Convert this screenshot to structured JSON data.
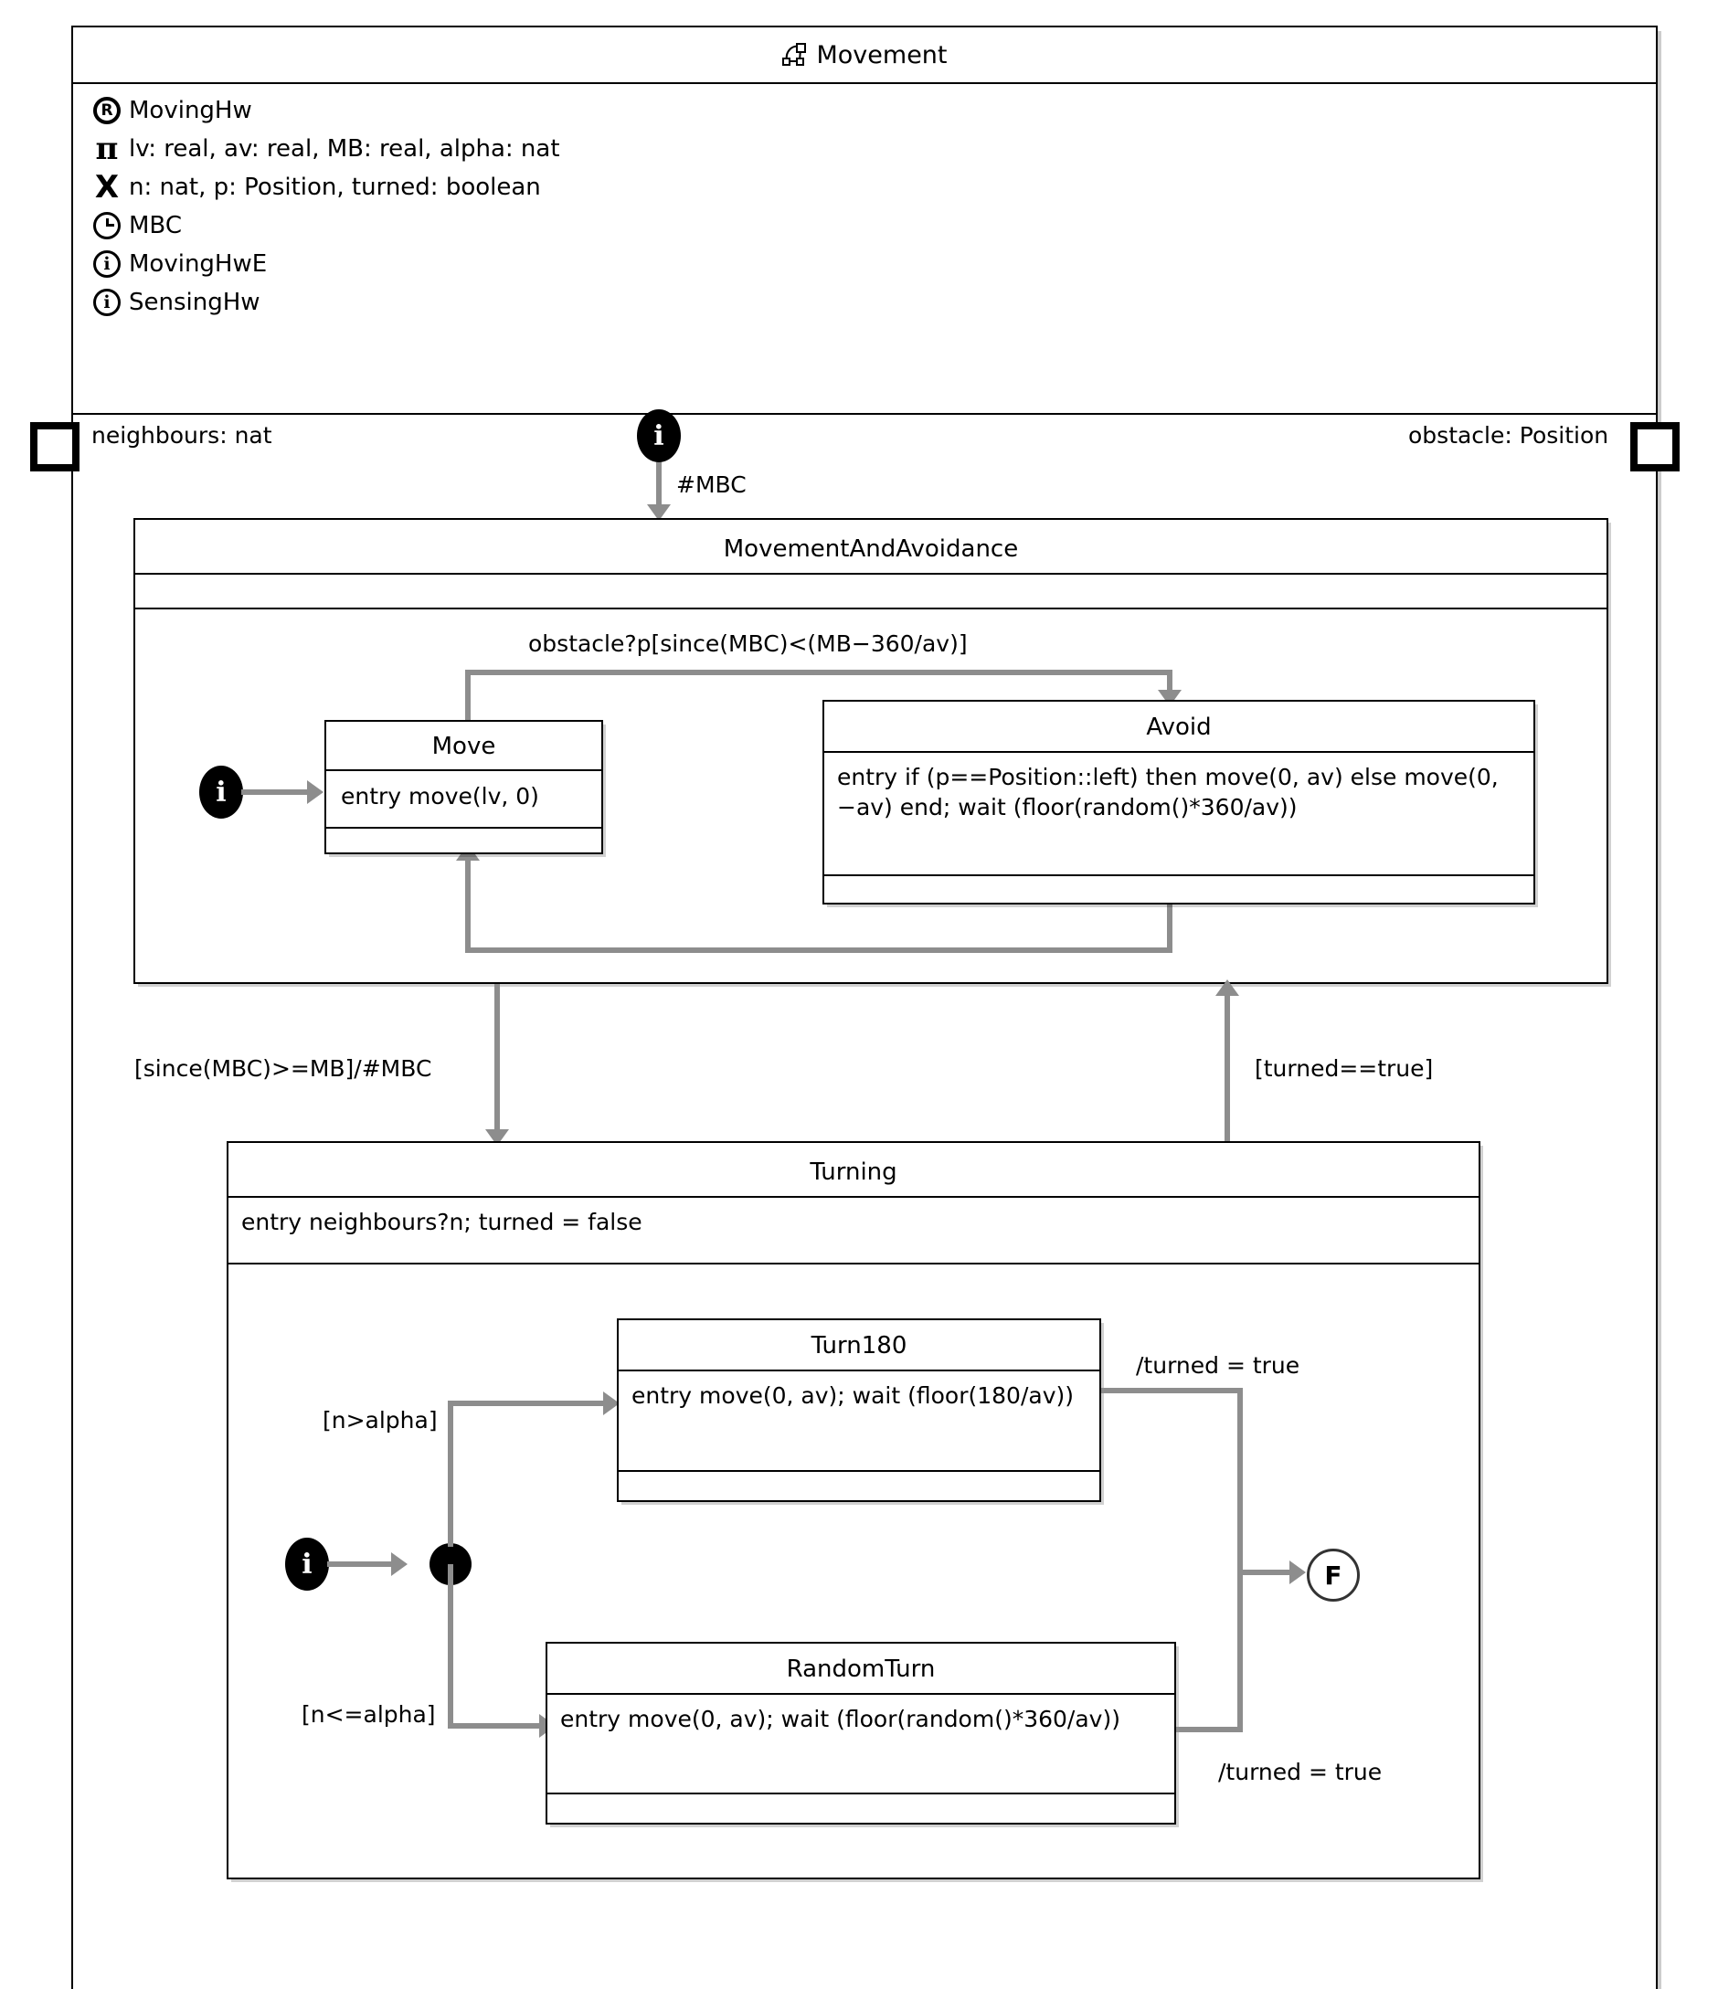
{
  "diagram": {
    "type": "uml-state-machine",
    "class_title": "Movement",
    "class_icon": "state-machine-icon",
    "features": [
      {
        "icon": "required-interface-icon",
        "glyph": "R",
        "label": "MovingHw"
      },
      {
        "icon": "constant-pi-icon",
        "glyph": "π",
        "label": "lv: real, av: real, MB: real, alpha: nat"
      },
      {
        "icon": "variable-x-icon",
        "glyph": "X",
        "label": "n: nat, p: Position, turned: boolean"
      },
      {
        "icon": "clock-icon",
        "glyph": "L",
        "label": "MBC"
      },
      {
        "icon": "initial-i-icon",
        "glyph": "i",
        "label": "MovingHwE"
      },
      {
        "icon": "initial-i-icon",
        "glyph": "i",
        "label": "SensingHw"
      }
    ],
    "ports": [
      {
        "name": "port-neighbours",
        "label": "neighbours: nat",
        "side": "left"
      },
      {
        "name": "port-obstacle",
        "label": "obstacle: Position",
        "side": "right"
      }
    ],
    "top_initial": {
      "glyph": "i",
      "label": "#MBC"
    },
    "states": {
      "movement_and_avoidance": {
        "name": "MovementAndAvoidance",
        "children": {
          "move": {
            "name": "Move",
            "body": "entry move(lv, 0)"
          },
          "avoid": {
            "name": "Avoid",
            "body": "entry if (p==Position::left) then move(0, av) else move(0, −av) end; wait (floor(random()*360/av))"
          }
        },
        "initial_glyph": "i",
        "internal_transition": "obstacle?p[since(MBC)<(MB−360/av)]"
      },
      "turning": {
        "name": "Turning",
        "body": "entry neighbours?n; turned = false",
        "initial_glyph": "i",
        "final_glyph": "F",
        "children": {
          "turn180": {
            "name": "Turn180",
            "body": "entry move(0, av); wait (floor(180/av))"
          },
          "random_turn": {
            "name": "RandomTurn",
            "body": "entry move(0, av); wait (floor(random()*360/av))"
          }
        },
        "guards": {
          "to_turn180": "[n>alpha]",
          "to_random_turn": "[n<=alpha]",
          "turn180_to_final": "/turned = true",
          "random_turn_to_final": "/turned = true"
        }
      }
    },
    "transitions": {
      "to_turning": "[since(MBC)>=MB]/#MBC",
      "to_movement": "[turned==true]"
    },
    "colors": {
      "line": "#000000",
      "connector": "#8d8d8d",
      "background": "#ffffff"
    }
  }
}
